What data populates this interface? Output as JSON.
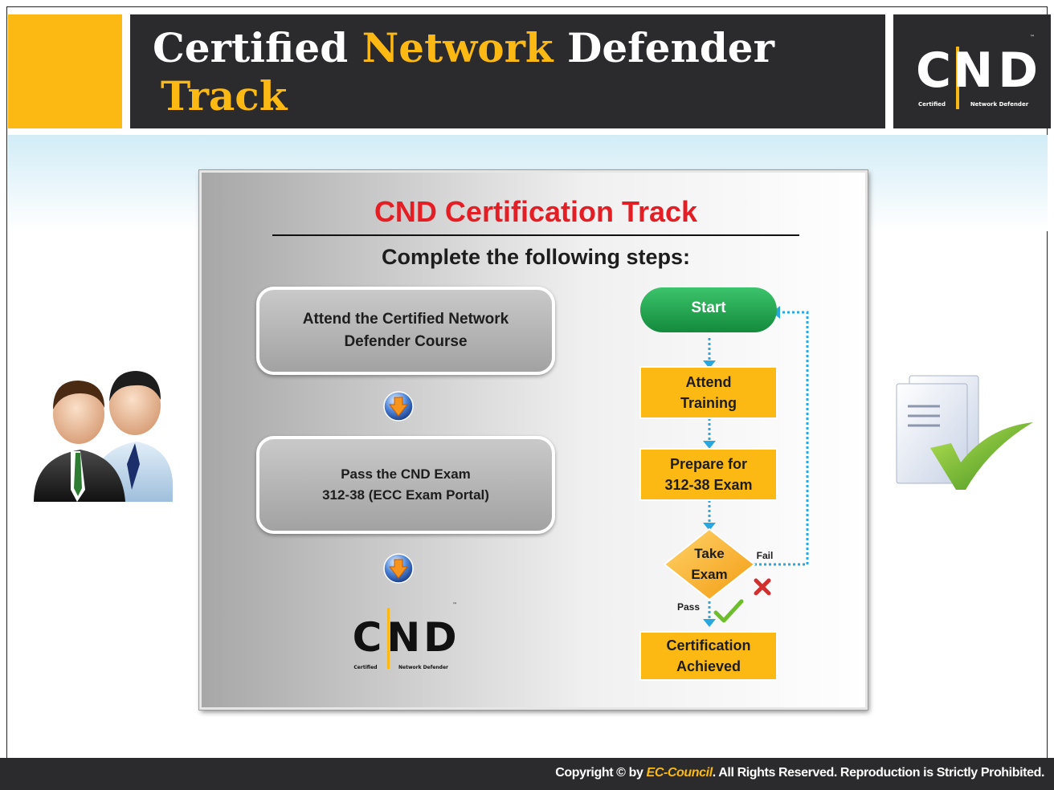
{
  "header": {
    "title_part1": "Certified ",
    "title_highlight": "Network",
    "title_part2": " Defender",
    "title_line2": "Track"
  },
  "logo": {
    "letter_c": "C",
    "letters_nd": "ND",
    "caption_left": "Certified",
    "caption_right": "Network Defender",
    "tm": "™"
  },
  "panel": {
    "title": "CND Certification Track",
    "subtitle": "Complete the following steps:",
    "steps": [
      {
        "label": "Attend the Certified Network\nDefender Course"
      },
      {
        "label": "Pass the CND Exam\n312-38 (ECC Exam Portal)"
      }
    ]
  },
  "flowchart": {
    "start": "Start",
    "attend": "Attend\nTraining",
    "prepare": "Prepare for\n312-38 Exam",
    "decision": "Take\nExam",
    "fail_label": "Fail",
    "pass_label": "Pass",
    "result": "Certification\nAchieved"
  },
  "colors": {
    "accent_yellow": "#fdb913",
    "dark_bar": "#2b2b2d",
    "title_red": "#e31e24",
    "start_green": "#1ea84f",
    "flow_box": "#fdb913",
    "dotted_arrow": "#29a8e0"
  },
  "footer": {
    "prefix": "Copyright © by ",
    "brand": "EC-Council",
    "suffix": ". All Rights Reserved. Reproduction is Strictly Prohibited."
  },
  "icons": [
    "people-icon",
    "document-check-icon",
    "down-arrow-circle-icon",
    "check-icon",
    "cross-icon"
  ]
}
